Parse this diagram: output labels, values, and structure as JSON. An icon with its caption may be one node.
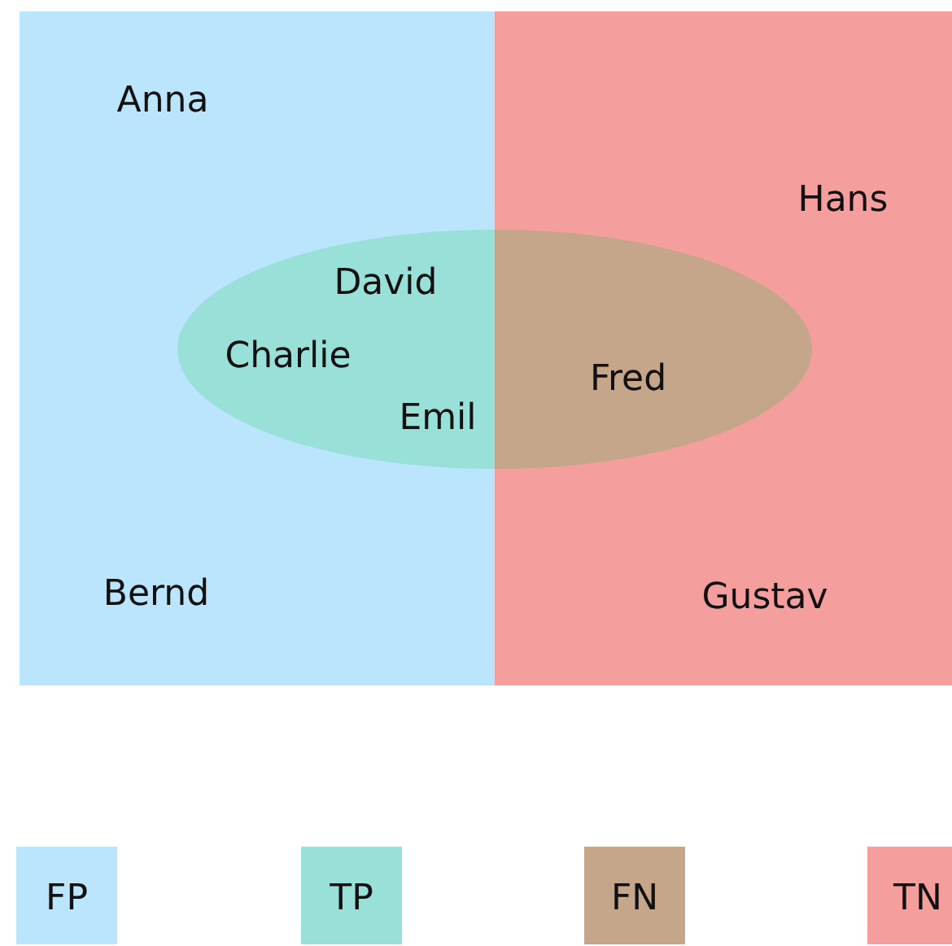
{
  "diagram": {
    "nodes": [
      {
        "text": [
          "Anna",
          "Bernd"
        ]
      },
      {
        "text": [
          "David",
          "Charlie",
          "Emil"
        ],
        "in": 0
      },
      {
        "text": [
          "Hans",
          "Gustav"
        ]
      },
      {
        "text": [
          "Fred"
        ],
        "in": 2
      }
    ],
    "legend": [
      {
        "text": "FP",
        "color": "#bbe5fd"
      },
      {
        "text": "TP",
        "color": "#99e0d8"
      },
      {
        "text": "FN",
        "color": "#c6a68a"
      },
      {
        "text": "TN",
        "color": "#f59e9e"
      }
    ]
  }
}
